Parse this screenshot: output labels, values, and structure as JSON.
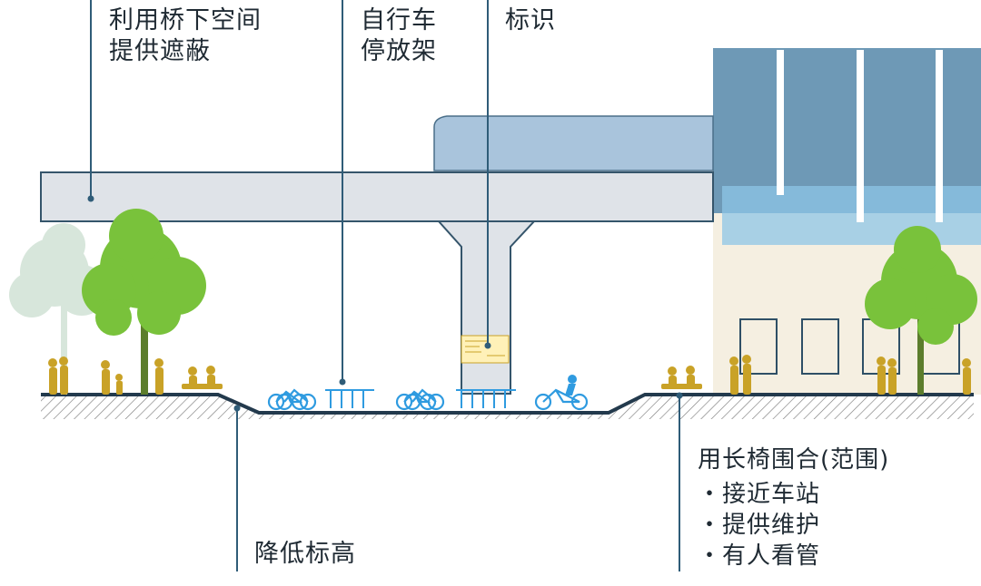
{
  "labels": {
    "bridge_shelter": [
      "利用桥下空间",
      "提供遮蔽"
    ],
    "bike_rack": [
      "自行车",
      "停放架"
    ],
    "signage": "标识",
    "lower_elevation": "降低标高",
    "bench_enclosure": "用长椅围合(范围)",
    "bullet_points": [
      "・接近车站",
      "・提供维护",
      "・有人看管"
    ]
  },
  "colors": {
    "leader_line": "#2f5c78",
    "viaduct_fill": "#dfe3e8",
    "viaduct_edge": "#35556b",
    "station_glass": "#6e99b6",
    "station_wall": "#f5efe1",
    "canopy": "#a9c4dc",
    "ground_line": "#233a4d",
    "hatch": "#7d7d7d",
    "tree_green": "#79c23b",
    "tree_faded": "#d7e6db",
    "people": "#c9a227",
    "bike_blue": "#2f9be0"
  }
}
